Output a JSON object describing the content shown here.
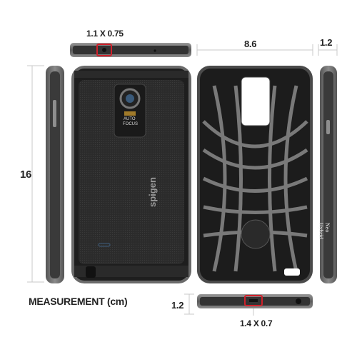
{
  "labels": {
    "top_port": "1.1 X 0.75",
    "width": "8.6",
    "thickness_top": "1.2",
    "height": "16",
    "measurement": "MEASUREMENT (cm)",
    "thickness_bottom": "1.2",
    "bottom_port": "1.4 X 0.7"
  },
  "case": {
    "brand_text": "spigen",
    "camera_text_1": "AUTO",
    "camera_text_2": "FOCUS",
    "model_text": "Neo Hybrid"
  },
  "colors": {
    "bumper": "#6e6e6e",
    "body": "#2a2a2a",
    "accent_red": "#d0202a",
    "dimension_line": "#c9c9c9"
  }
}
